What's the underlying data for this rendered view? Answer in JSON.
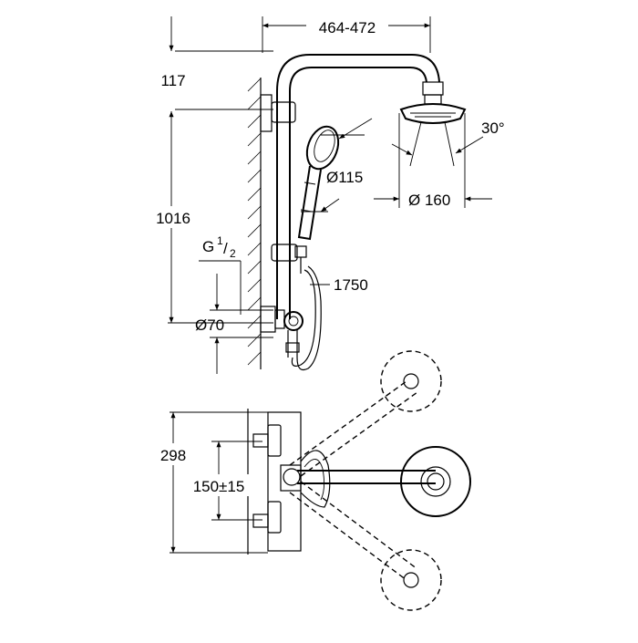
{
  "diagram": {
    "dimensions": {
      "top_width": "464-472",
      "arm_projection": "117",
      "height": "1016",
      "thread_g": "G",
      "thread_num": "1",
      "thread_den": "2",
      "inlet_diameter": "Ø70",
      "hand_shower_diameter": "Ø115",
      "hose_length": "1750",
      "head_diameter": "Ø 160",
      "spray_angle": "30°",
      "thermostat_height": "298",
      "center_distance": "150±15"
    }
  }
}
